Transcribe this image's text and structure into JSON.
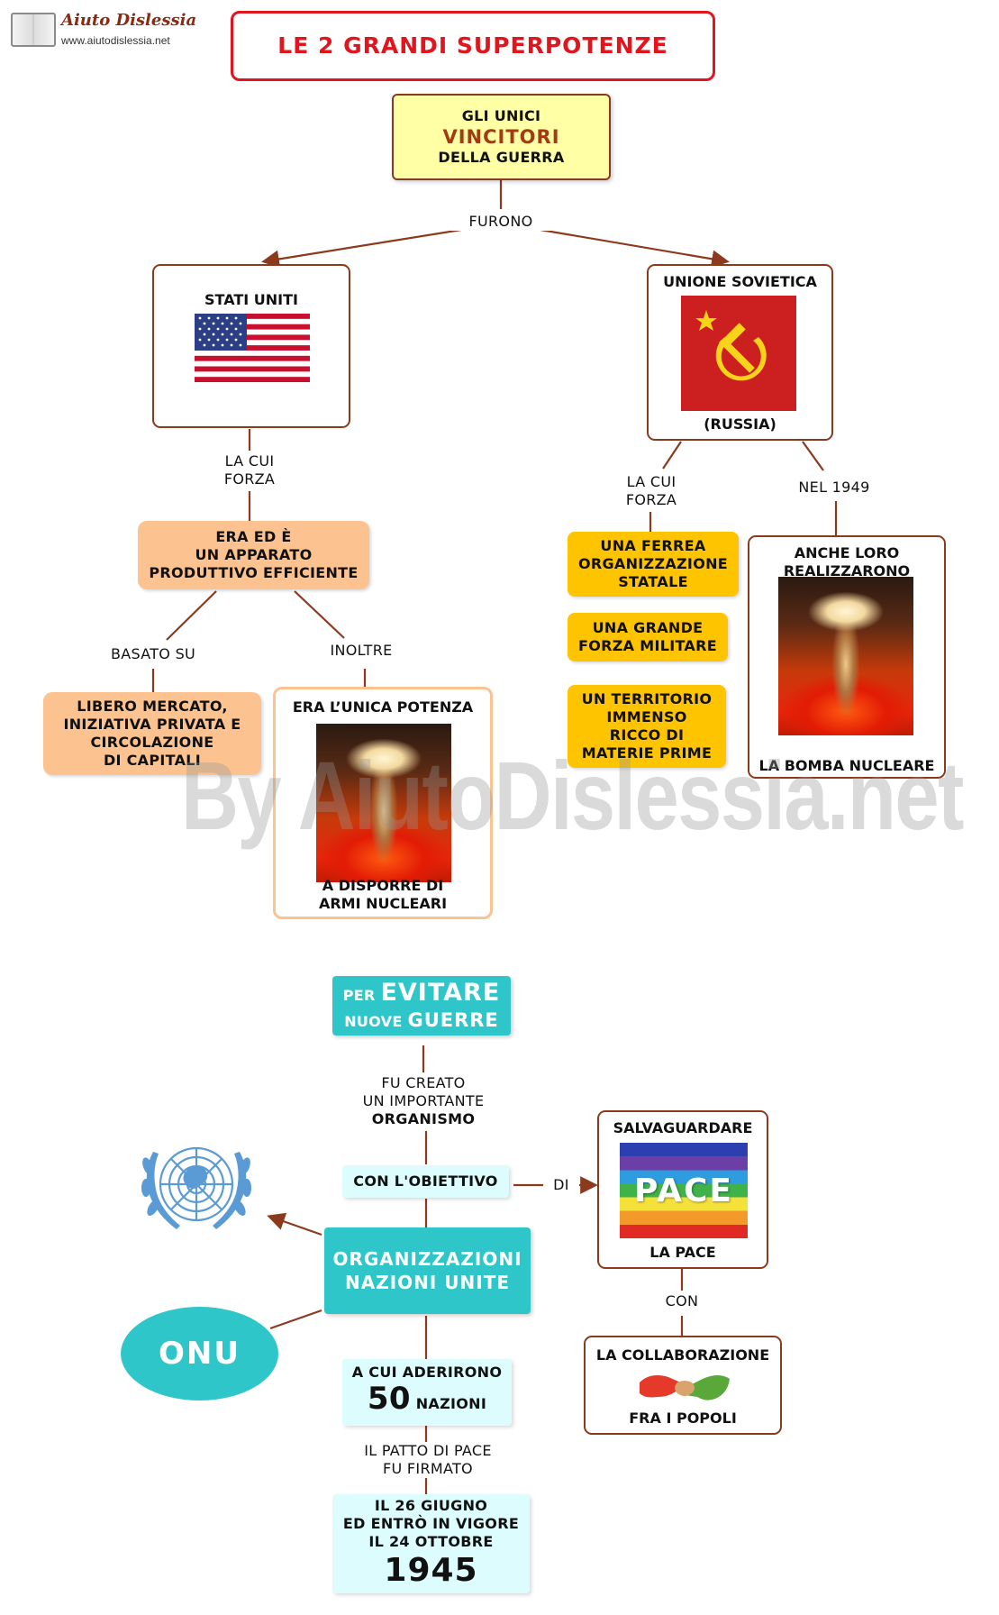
{
  "logo": {
    "name": "Aiuto Dislessia",
    "url": "www.aiutodislessia.net"
  },
  "title": "LE 2 GRANDI SUPERPOTENZE",
  "watermark": "By AiutoDislessia.net",
  "top_node": {
    "line1": "GLI UNICI",
    "line2": "VINCITORI",
    "line3": "DELLA GUERRA"
  },
  "labels": {
    "furono": "FURONO",
    "la_cui_forza_usa_1": "LA CUI",
    "la_cui_forza_usa_2": "FORZA",
    "la_cui_forza_urss_1": "LA CUI",
    "la_cui_forza_urss_2": "FORZA",
    "nel_1949": "NEL 1949",
    "basato_su": "BASATO SU",
    "inoltre": "INOLTRE",
    "fu_creato_1": "FU CREATO",
    "fu_creato_2": "UN IMPORTANTE",
    "fu_creato_3": "ORGANISMO",
    "di": "DI",
    "con": "CON",
    "patto_1": "IL PATTO DI PACE",
    "patto_2": "FU FIRMATO"
  },
  "usa": {
    "title": "STATI UNITI"
  },
  "urss": {
    "title": "UNIONE SOVIETICA",
    "subtitle": "(RUSSIA)"
  },
  "usa_force": {
    "line1": "ERA ED È",
    "line2": "UN APPARATO",
    "line3": "PRODUTTIVO EFFICIENTE"
  },
  "libero": {
    "line1": "LIBERO MERCATO,",
    "line2": "INIZIATIVA PRIVATA E",
    "line3": "CIRCOLAZIONE",
    "line4": "DI CAPITALI"
  },
  "unica": {
    "title": "ERA L’UNICA POTENZA",
    "line1": "A DISPORRE DI",
    "line2": "ARMI NUCLEARI"
  },
  "urss_forces": [
    {
      "line1": "UNA FERREA",
      "line2": "ORGANIZZAZIONE",
      "line3": "STATALE"
    },
    {
      "line1": "UNA GRANDE",
      "line2": "FORZA MILITARE"
    },
    {
      "line1": "UN TERRITORIO",
      "line2": "IMMENSO",
      "line3": "RICCO DI",
      "line4": "MATERIE PRIME"
    }
  ],
  "bomba": {
    "line1": "ANCHE LORO",
    "line2": "REALIZZARONO",
    "bottom": "LA BOMBA NUCLEARE"
  },
  "evitare": {
    "per": "PER",
    "big": "EVITARE",
    "nuove": "NUOVE",
    "guerre": "GUERRE"
  },
  "obiettivo": "CON L'OBIETTIVO",
  "onu_full": {
    "line1": "ORGANIZZAZIONI",
    "line2": "NAZIONI UNITE"
  },
  "onu": "ONU",
  "aderirono": {
    "line1": "A CUI ADERIRONO",
    "number": "50",
    "unit": "NAZIONI"
  },
  "data_firma": {
    "line1": "IL 26 GIUGNO",
    "line2": "ED ENTRÒ IN VIGORE",
    "line3": "IL 24 OTTOBRE",
    "year": "1945"
  },
  "salvaguardare": {
    "title": "SALVAGUARDARE",
    "flag_text": "PACE",
    "bottom": "LA PACE"
  },
  "collaborazione": {
    "title": "LA COLLABORAZIONE",
    "bottom": "FRA I POPOLI"
  },
  "colors": {
    "title_border": "#e0151e",
    "title_text": "#e0151e",
    "accent_brown": "#8b3a1e",
    "vincitori": "#a23a12",
    "teal": "#2fc6c9",
    "gold": "#fec400",
    "orange": "#fcc391"
  }
}
